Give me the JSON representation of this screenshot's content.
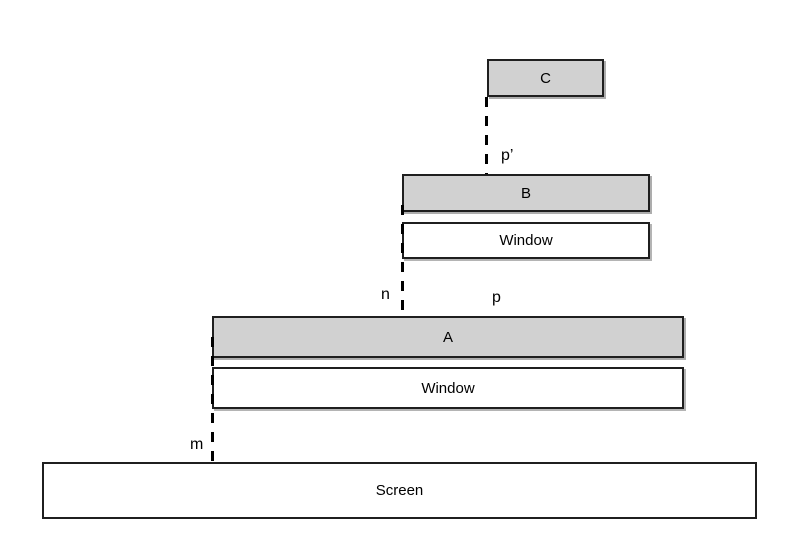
{
  "diagram": {
    "boxes": {
      "c": {
        "label": "C"
      },
      "b": {
        "label": "B"
      },
      "b_window": {
        "label": "Window"
      },
      "a": {
        "label": "A"
      },
      "a_window": {
        "label": "Window"
      },
      "screen": {
        "label": "Screen"
      }
    },
    "annotations": {
      "p_prime": "p’",
      "n": "n",
      "p": "p",
      "m": "m"
    },
    "colors": {
      "gray_fill": "#d1d1d1",
      "white_fill": "#ffffff",
      "border": "#1f1f1f",
      "line": "#000000",
      "text": "#000000",
      "background": "#ffffff"
    }
  }
}
